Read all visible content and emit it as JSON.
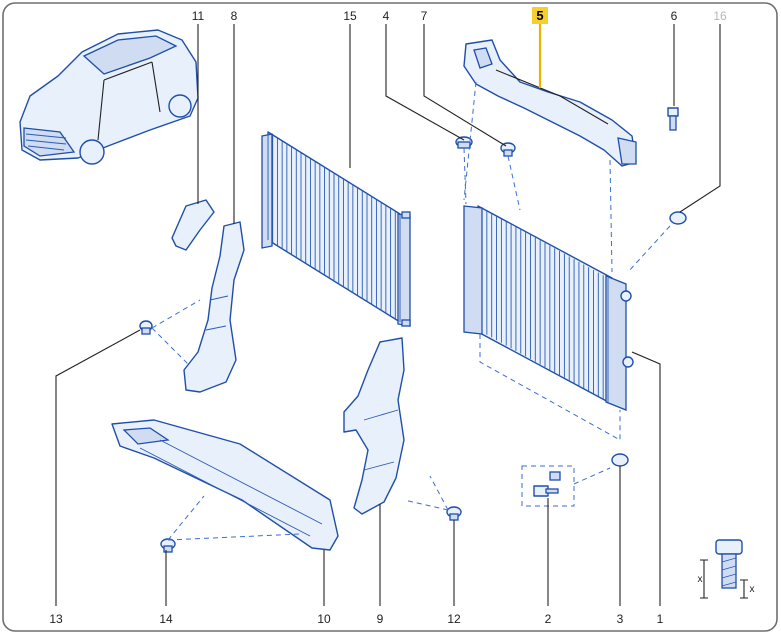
{
  "diagram": {
    "callouts": [
      {
        "id": "11",
        "label": "11",
        "state": "normal"
      },
      {
        "id": "8",
        "label": "8",
        "state": "normal"
      },
      {
        "id": "15",
        "label": "15",
        "state": "normal"
      },
      {
        "id": "4",
        "label": "4",
        "state": "normal"
      },
      {
        "id": "7",
        "label": "7",
        "state": "normal"
      },
      {
        "id": "5",
        "label": "5",
        "state": "highlighted"
      },
      {
        "id": "6",
        "label": "6",
        "state": "normal"
      },
      {
        "id": "16",
        "label": "16",
        "state": "dimmed"
      },
      {
        "id": "13",
        "label": "13",
        "state": "normal"
      },
      {
        "id": "14",
        "label": "14",
        "state": "normal"
      },
      {
        "id": "10",
        "label": "10",
        "state": "normal"
      },
      {
        "id": "9",
        "label": "9",
        "state": "normal"
      },
      {
        "id": "12",
        "label": "12",
        "state": "normal"
      },
      {
        "id": "2",
        "label": "2",
        "state": "normal"
      },
      {
        "id": "3",
        "label": "3",
        "state": "normal"
      },
      {
        "id": "1",
        "label": "1",
        "state": "normal"
      }
    ],
    "icons": [
      "car-thumbnail-icon",
      "bolt-dimension-icon"
    ],
    "colors": {
      "line": "#1f4fa8",
      "fill": "#e8f0fb",
      "highlight": "#f6cf2e",
      "dimmed": "#b7b7b7",
      "text": "#222222"
    }
  }
}
